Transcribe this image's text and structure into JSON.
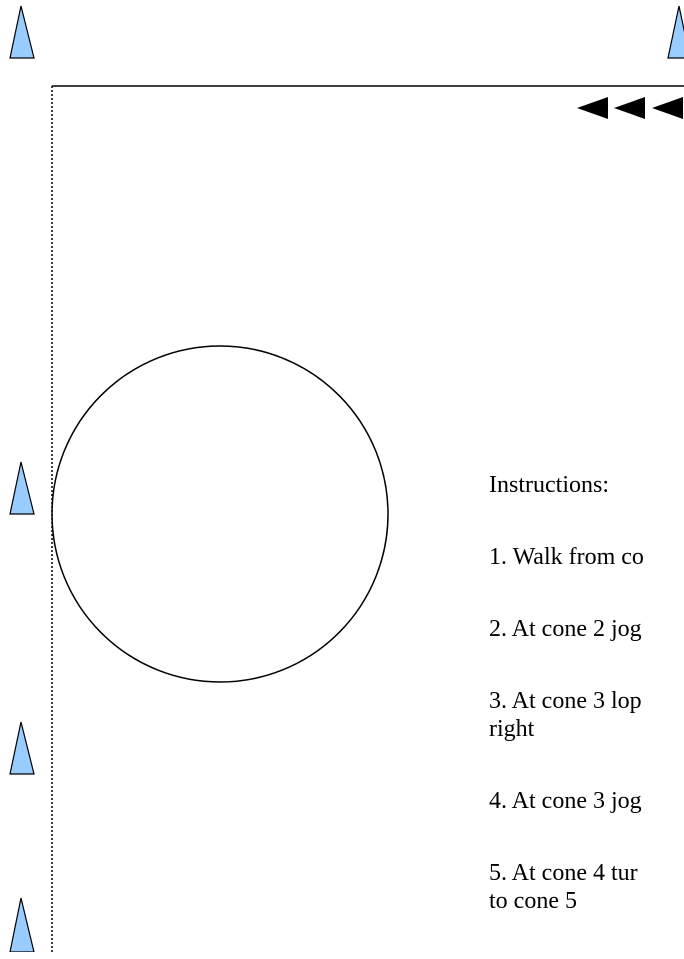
{
  "colors": {
    "cone_fill": "#99ccff",
    "line": "#000000",
    "arrow": "#000000",
    "background": "#ffffff"
  },
  "icons": {
    "cone": "cone-icon",
    "arrow": "arrow-left-icon"
  },
  "instructions": {
    "title": "Instructions:",
    "steps": [
      {
        "text": "1. Walk from co"
      },
      {
        "text": "2. At cone 2 jog"
      },
      {
        "text": "3. At cone 3 lop",
        "cont": "right"
      },
      {
        "text": "4. At cone 3 jog"
      },
      {
        "text": "5. At cone 4 tur",
        "cont": "to cone 5"
      }
    ]
  }
}
